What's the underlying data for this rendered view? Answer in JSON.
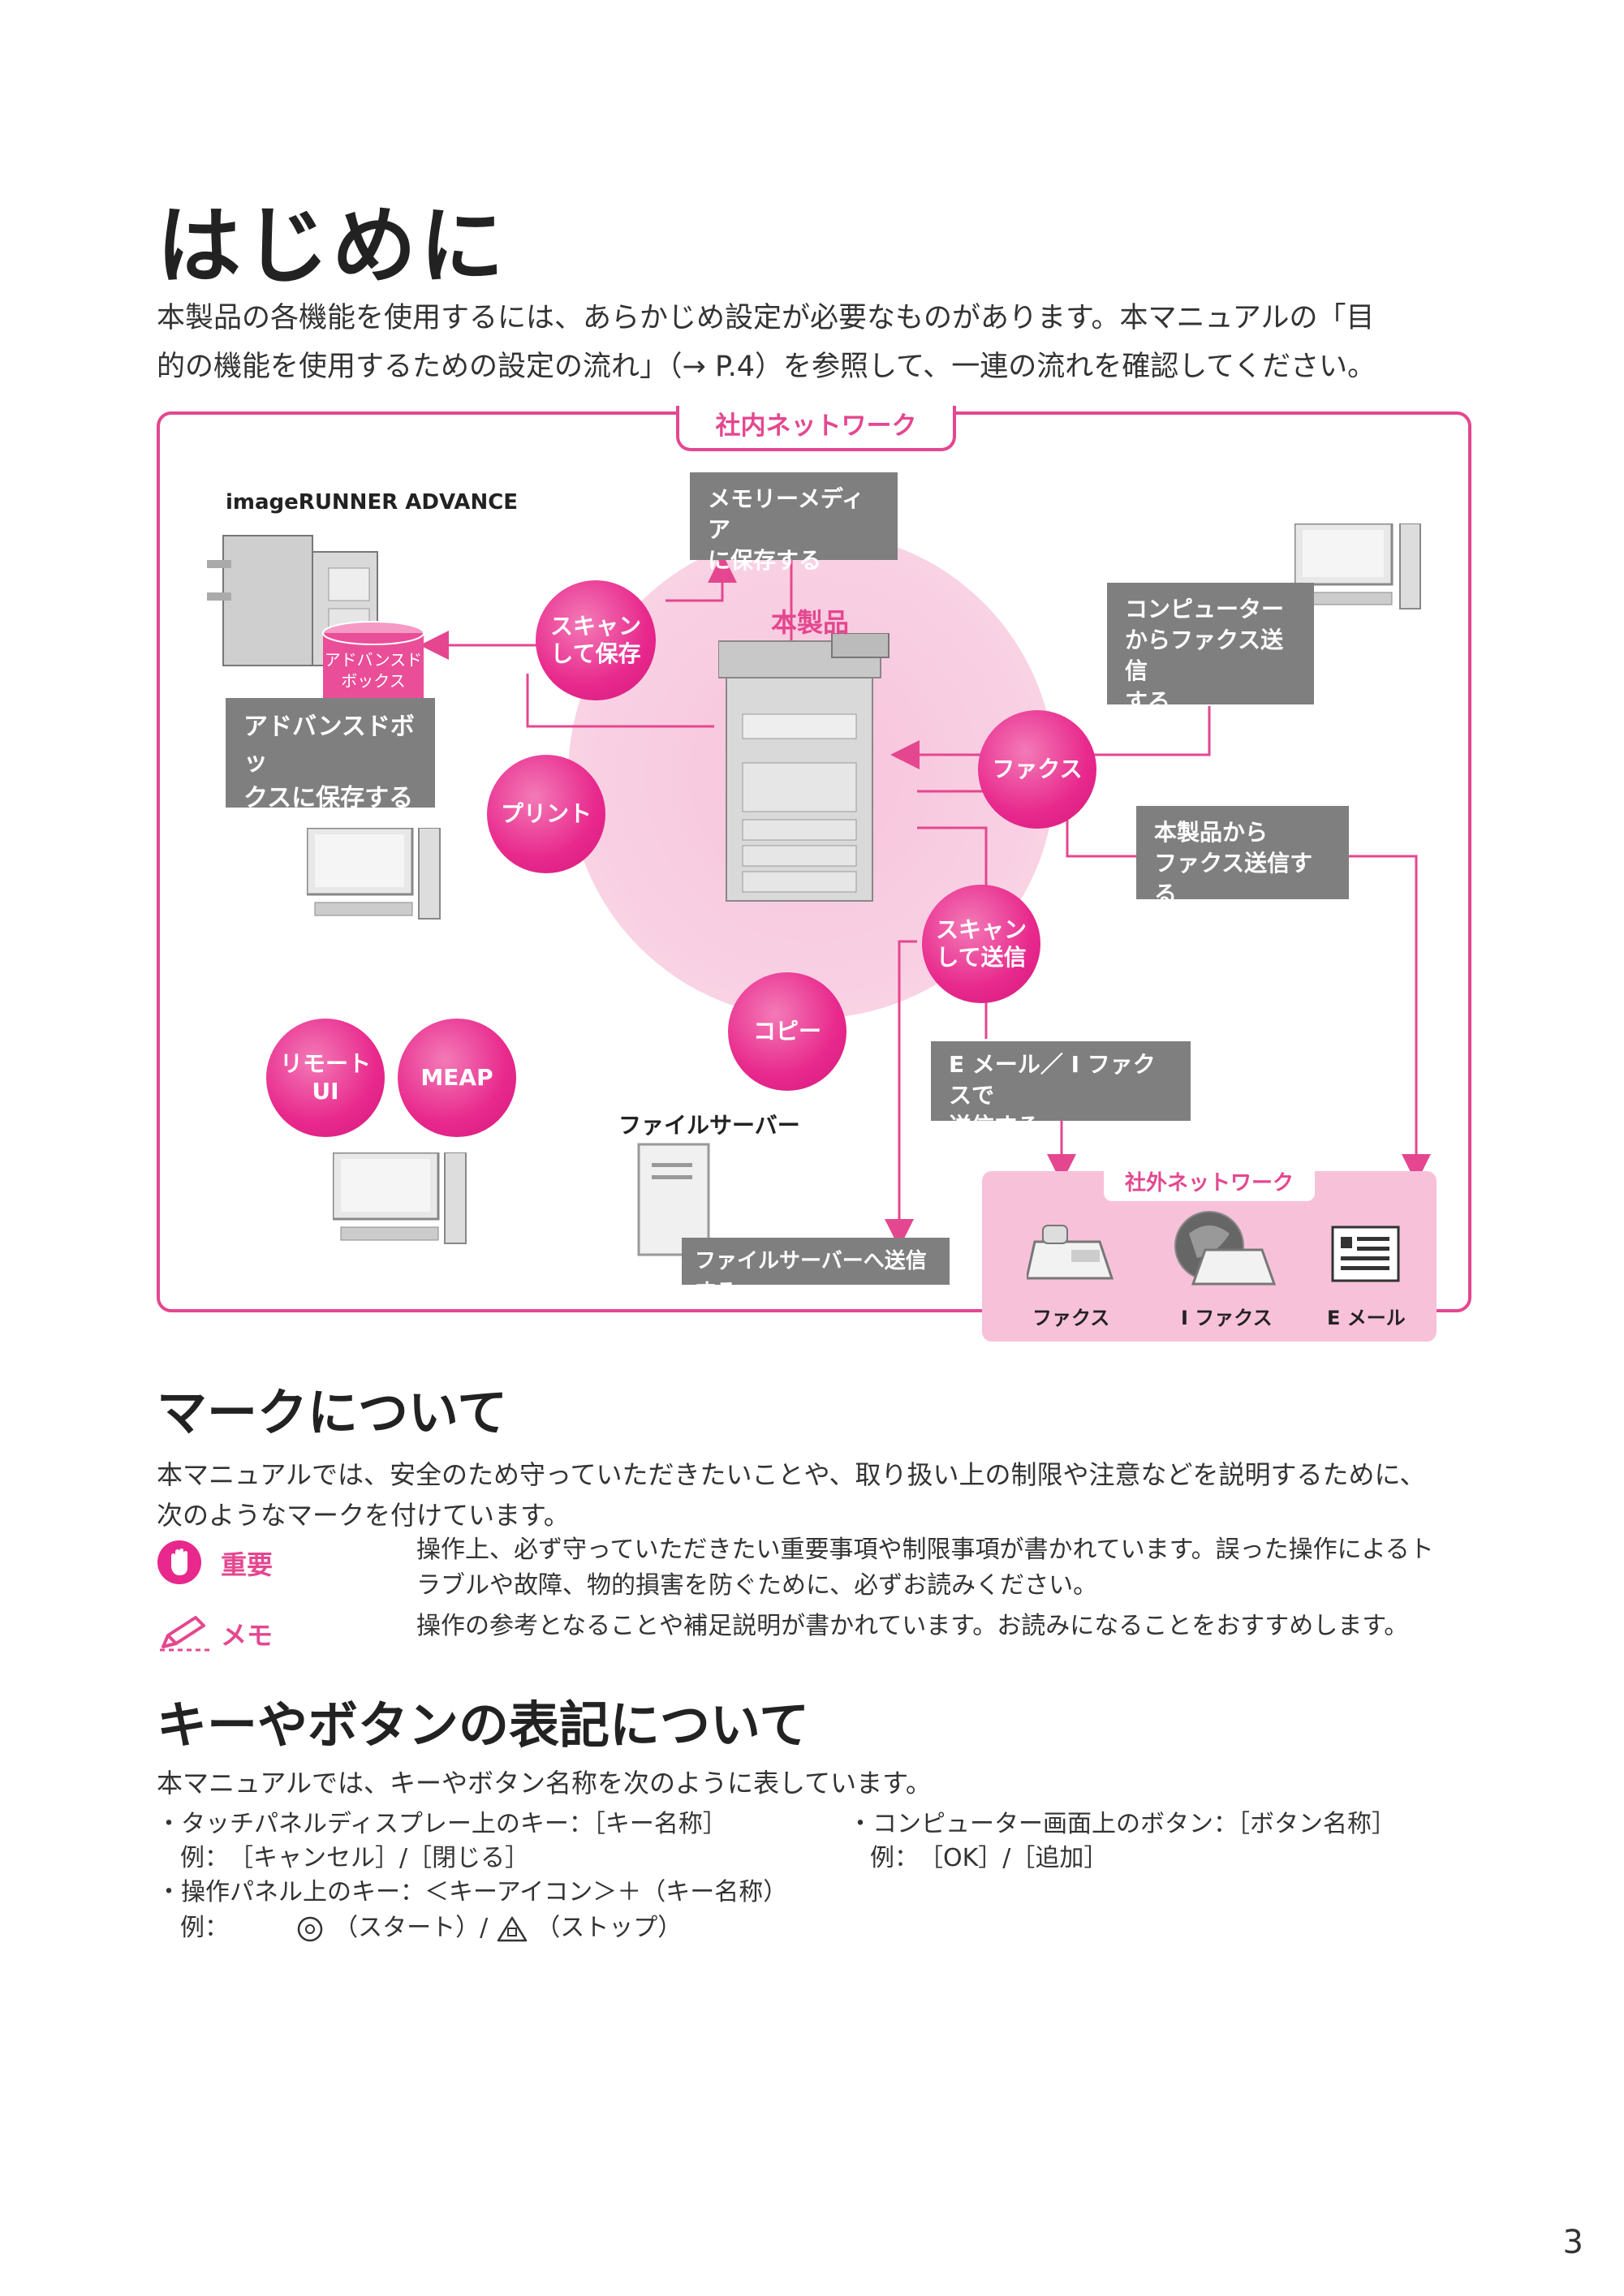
{
  "title": "はじめに",
  "intro": [
    "本製品の各機能を使用するには、あらかじめ設定が必要なものがあります。本マニュアルの「目",
    "的の機能を使用するための設定の流れ」（→ P.4）を参照して、一連の流れを確認してください。"
  ],
  "diagram": {
    "internal_network": "社内ネットワーク",
    "product_name": "imageRUNNER ADVANCE",
    "this_product": "本製品",
    "advanced_box_cylinder": [
      "アドバンスド",
      "ボックス"
    ],
    "boxes": {
      "memory_media": [
        "メモリーメディア",
        "に保存する"
      ],
      "advanced_box": [
        "アドバンスドボッ",
        "クスに保存する"
      ],
      "pc_fax": [
        "コンピューター",
        "からファクス送信",
        "する"
      ],
      "product_fax": [
        "本製品から",
        "ファクス送信する"
      ],
      "email_ifax": [
        "E メール／ I ファクスで",
        "送信する"
      ],
      "file_server_send": "ファイルサーバーへ送信する"
    },
    "bubbles": {
      "scan_save": [
        "スキャン",
        "して保存"
      ],
      "print": "プリント",
      "fax": "ファクス",
      "scan_send": [
        "スキャン",
        "して送信"
      ],
      "copy": "コピー",
      "remote_ui": [
        "リモート",
        "UI"
      ],
      "meap": "MEAP"
    },
    "file_server": "ファイルサーバー",
    "external_network": "社外ネットワーク",
    "external_items": [
      "ファクス",
      "I ファクス",
      "E メール"
    ]
  },
  "marks": {
    "heading": "マークについて",
    "intro": [
      "本マニュアルでは、安全のため守っていただきたいことや、取り扱い上の制限や注意などを説明するために、",
      "次のようなマークを付けています。"
    ],
    "important": {
      "label": "重要",
      "desc": [
        "操作上、必ず守っていただきたい重要事項や制限事項が書かれています。誤った操作によるト",
        "ラブルや故障、物的損害を防ぐために、必ずお読みください。"
      ]
    },
    "memo": {
      "label": "メモ",
      "desc": "操作の参考となることや補足説明が書かれています。お読みになることをおすすめします。"
    }
  },
  "keys": {
    "heading": "キーやボタンの表記について",
    "intro": "本マニュアルでは、キーやボタン名称を次のように表しています。",
    "touch_panel": "・タッチパネルディスプレー上のキー：［キー名称］",
    "touch_panel_ex": "例：　［キャンセル］/［閉じる］",
    "operation_panel": "・操作パネル上のキー：＜キーアイコン＞＋（キー名称）",
    "operation_panel_ex_label": "例：",
    "operation_panel_ex_start": "（スタート）/",
    "operation_panel_ex_stop": "（ストップ）",
    "computer": "・コンピューター画面上のボタン：［ボタン名称］",
    "computer_ex": "例：　［OK］/［追加］"
  },
  "page_number": "3",
  "colors": {
    "accent": "#e4478f",
    "box_gray": "#7f7f80",
    "bubble_pink": "#e8288c"
  }
}
